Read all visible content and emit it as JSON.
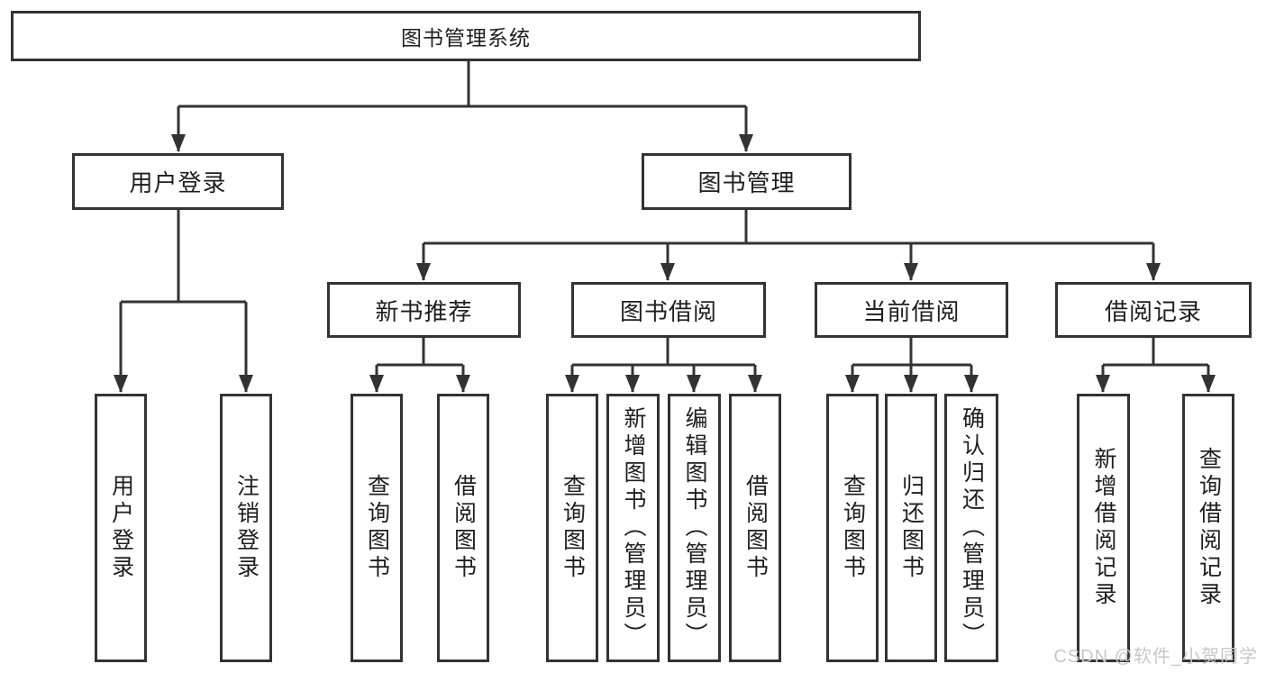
{
  "diagram": {
    "root": {
      "label": "图书管理系统"
    },
    "branches": [
      {
        "label": "用户登录",
        "children": [
          {
            "label": "用户登录"
          },
          {
            "label": "注销登录"
          }
        ]
      },
      {
        "label": "图书管理",
        "children": [
          {
            "label": "新书推荐",
            "children": [
              {
                "label": "查询图书"
              },
              {
                "label": "借阅图书"
              }
            ]
          },
          {
            "label": "图书借阅",
            "children": [
              {
                "label": "查询图书"
              },
              {
                "label": "新增图书（管理员）"
              },
              {
                "label": "编辑图书（管理员）"
              },
              {
                "label": "借阅图书"
              }
            ]
          },
          {
            "label": "当前借阅",
            "children": [
              {
                "label": "查询图书"
              },
              {
                "label": "归还图书"
              },
              {
                "label": "确认归还（管理员）"
              }
            ]
          },
          {
            "label": "借阅记录",
            "children": [
              {
                "label": "新增借阅记录"
              },
              {
                "label": "查询借阅记录"
              }
            ]
          }
        ]
      }
    ]
  },
  "watermark": {
    "text": "CSDN @软件_小贺同学"
  },
  "colors": {
    "line": "#333333",
    "text": "#1e1e1e",
    "watermark": "#c8c8c8",
    "background": "#ffffff"
  }
}
